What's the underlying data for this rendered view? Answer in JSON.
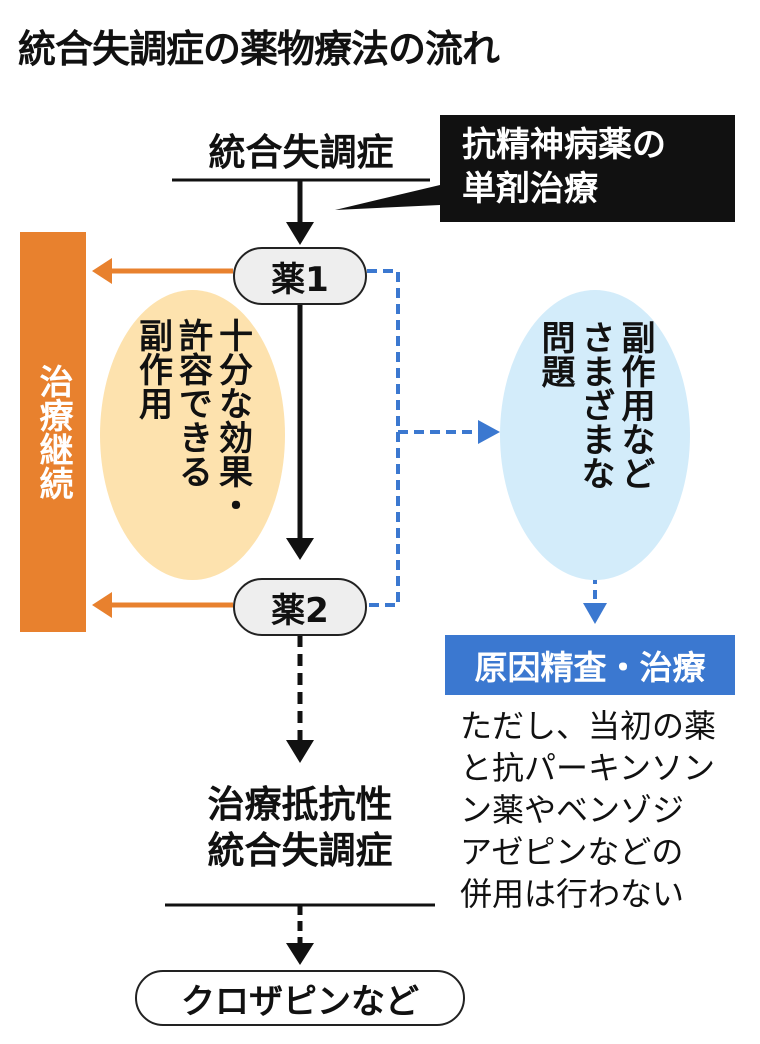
{
  "title": "統合失調症の薬物療法の流れ",
  "start": "統合失調症",
  "callout": {
    "line1": "抗精神病薬の",
    "line2": "単剤治療"
  },
  "drug1": "薬1",
  "drug2": "薬2",
  "continue": "治療継続",
  "good": {
    "col1": "十分な効果・",
    "col2": "許容できる",
    "col3": "副作用"
  },
  "problem": {
    "col1": "副作用など",
    "col2": "さまざまな",
    "col3": "問題"
  },
  "cause": "原因精査・治療",
  "note": [
    "ただし、当初の薬",
    "と抗パーキンソン",
    "ン薬やベンゾジ",
    "アゼピンなどの",
    "併用は行わない"
  ],
  "resistant": {
    "line1": "治療抵抗性",
    "line2": "統合失調症"
  },
  "clozapine": "クロザピンなど",
  "colors": {
    "orange": "#e8812e",
    "light_orange": "#fde2ae",
    "blue": "#3b78d0",
    "light_blue": "#d3ecfa"
  }
}
